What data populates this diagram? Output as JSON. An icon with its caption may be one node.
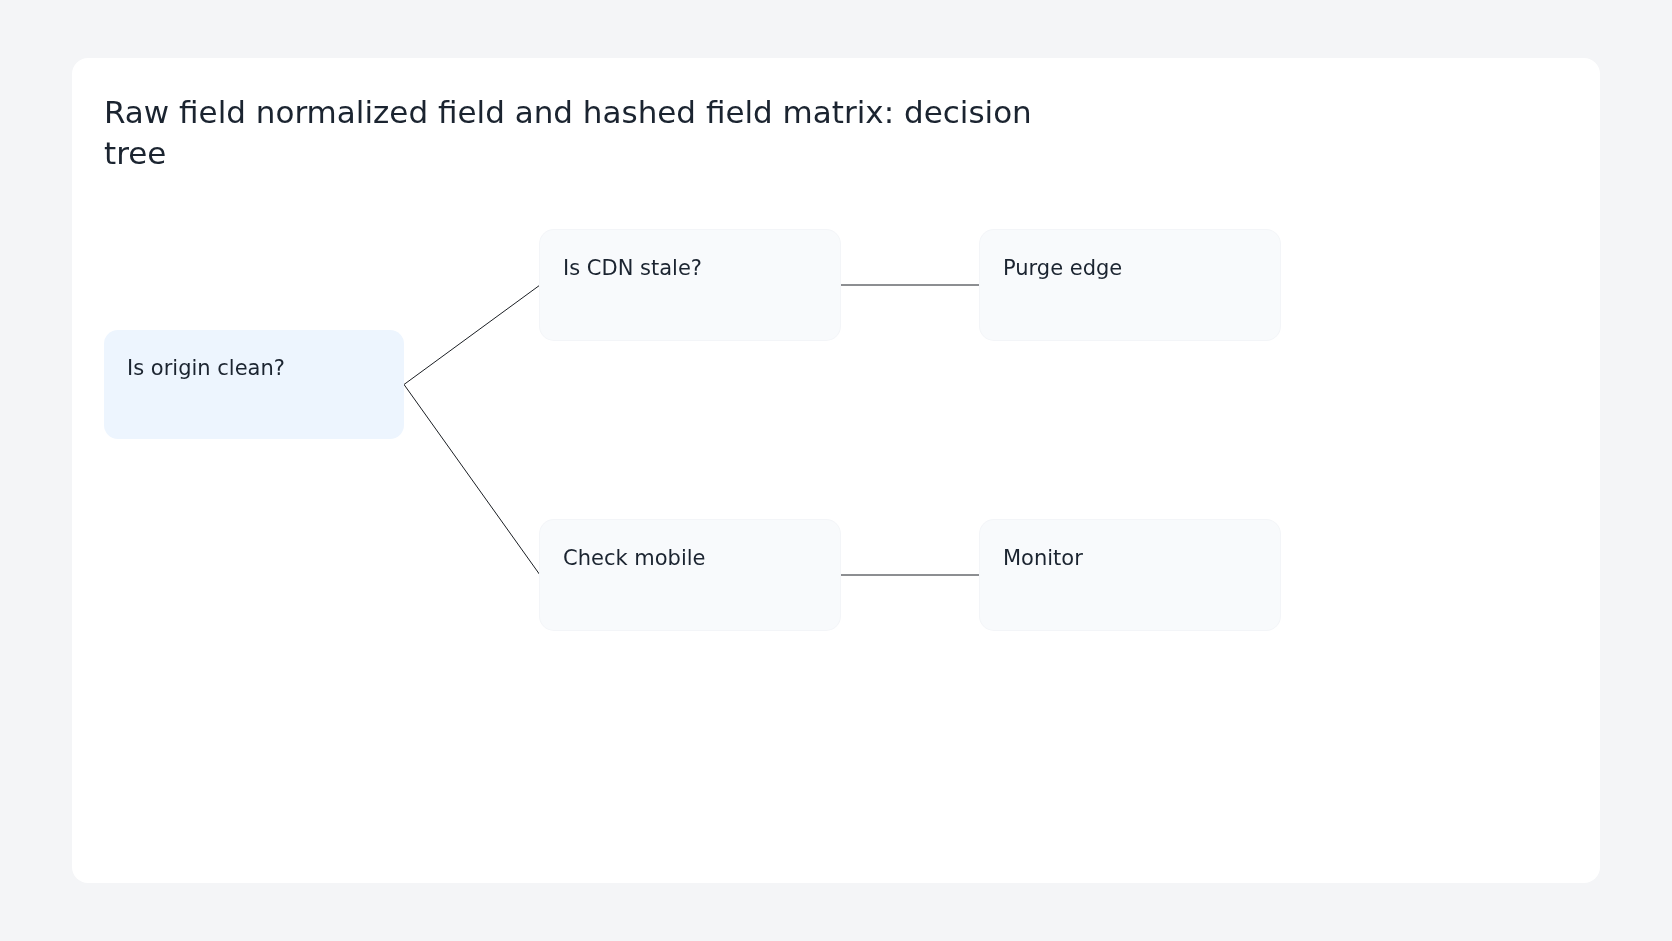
{
  "diagram": {
    "title": "Raw field normalized field and hashed field matrix: decision tree",
    "nodes": [
      {
        "text": [
          "Is origin clean?"
        ]
      },
      {
        "text": [
          "Is CDN stale?"
        ]
      },
      {
        "text": [
          "Purge edge"
        ]
      },
      {
        "text": [
          "Check mobile"
        ]
      },
      {
        "text": [
          "Monitor"
        ]
      }
    ],
    "edges": [
      {
        "from": 0,
        "to": 1,
        "arrow": "none"
      },
      {
        "from": 0,
        "to": 3,
        "arrow": "none"
      },
      {
        "from": 1,
        "to": 2,
        "arrow": "none"
      },
      {
        "from": 3,
        "to": 4,
        "arrow": "none"
      }
    ]
  }
}
